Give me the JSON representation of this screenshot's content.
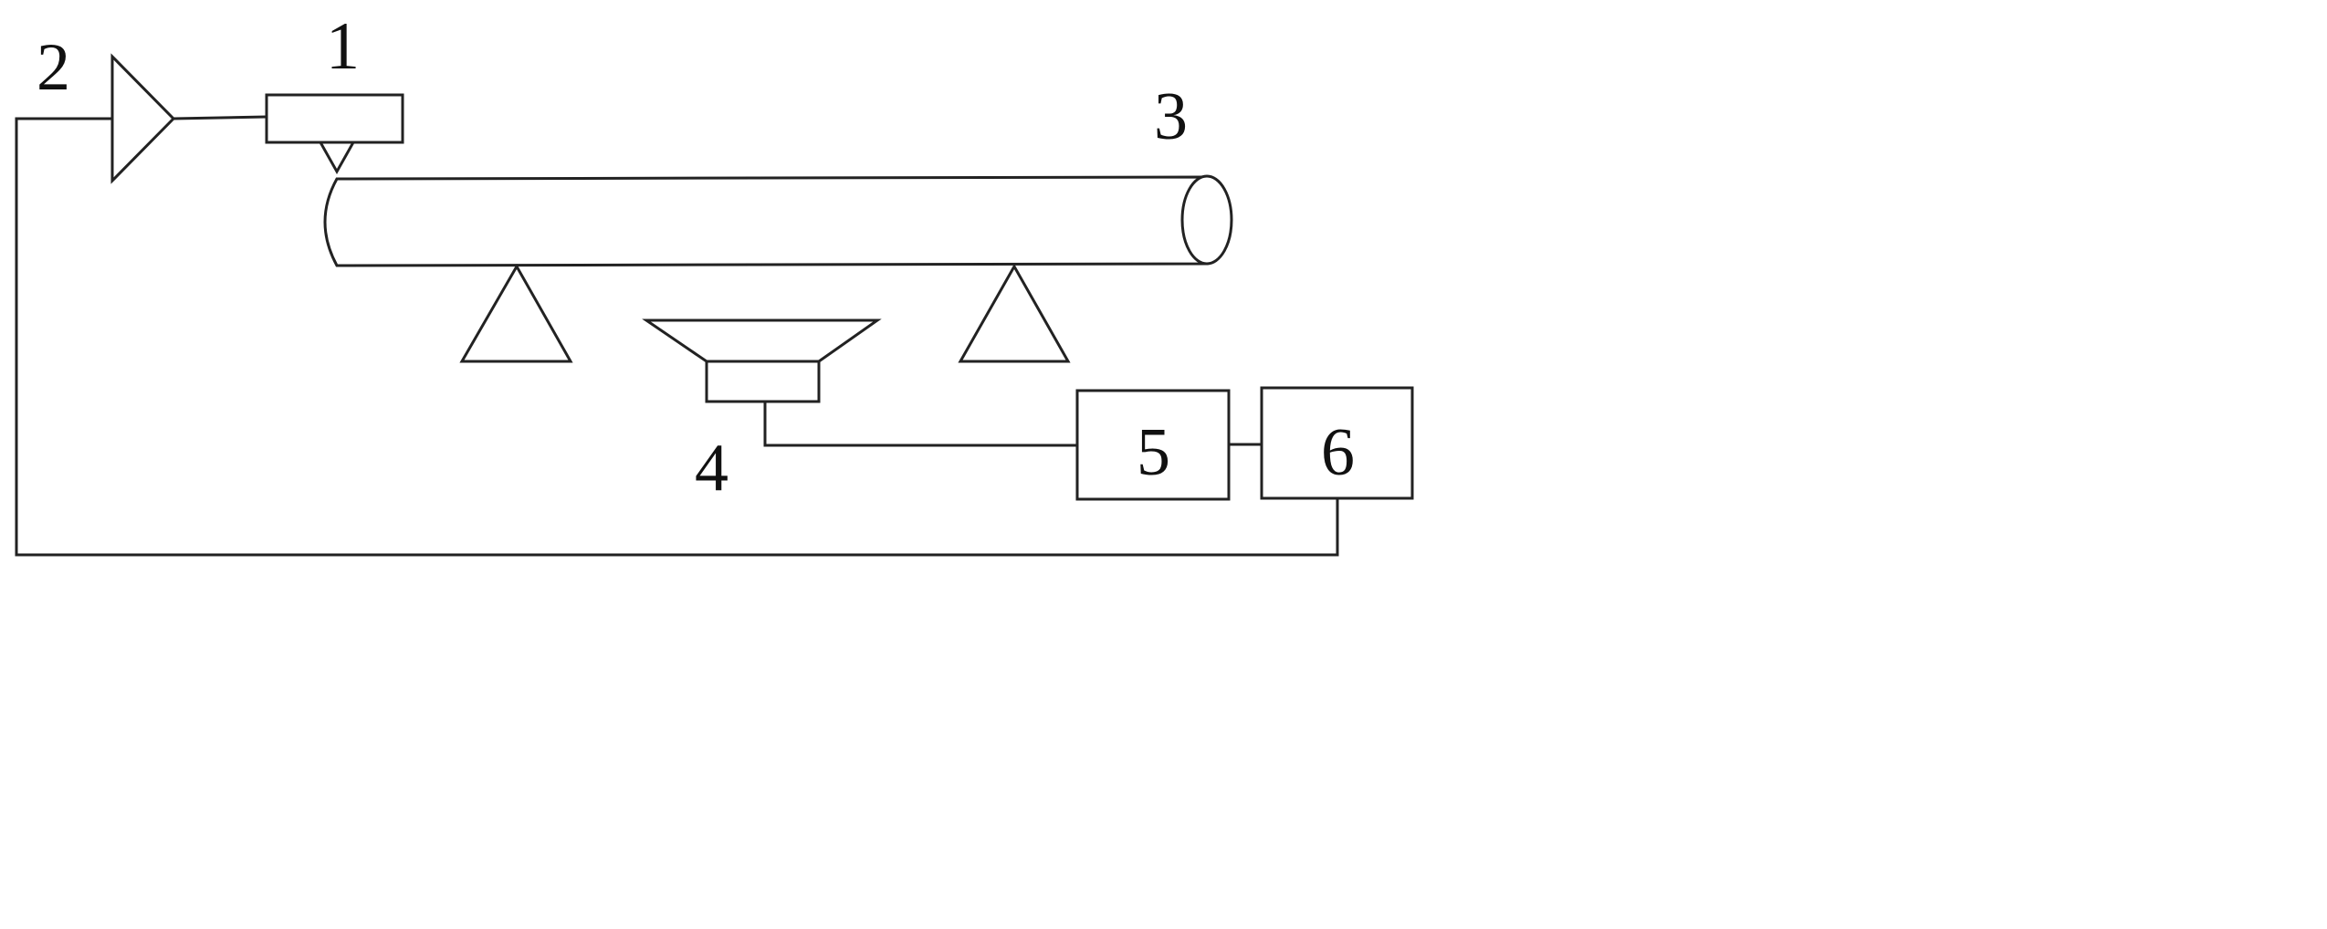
{
  "labels": {
    "sensor_1": "1",
    "amplifier_2": "2",
    "pipe_3": "3",
    "horn_4": "4",
    "box_5": "5",
    "box_6": "6"
  },
  "colors": {
    "stroke": "#222222",
    "background": "#ffffff"
  }
}
